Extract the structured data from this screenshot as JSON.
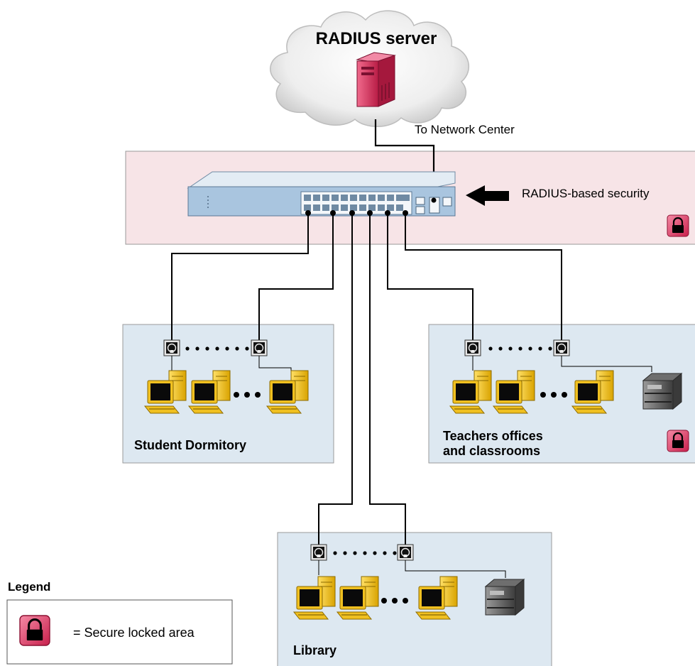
{
  "cloud": {
    "title": "RADIUS server"
  },
  "uplink_label": "To Network Center",
  "security_label": "RADIUS-based security",
  "areas": {
    "dormitory": "Student Dormitory",
    "teachers_line1": "Teachers offices",
    "teachers_line2": "and classrooms",
    "library": "Library"
  },
  "legend": {
    "title": "Legend",
    "lock_label": "= Secure locked area"
  },
  "colors": {
    "secure_zone": "#f7e4e7",
    "area_fill": "#dde8f1",
    "lock": "#e0406a",
    "server": "#d9345f",
    "computer": "#f2c417",
    "switch": "#a9c5df"
  },
  "icons": [
    "cloud-icon",
    "server-icon",
    "switch-icon",
    "arrow-icon",
    "lock-icon",
    "wall-jack-icon",
    "computer-icon",
    "printer-icon"
  ]
}
